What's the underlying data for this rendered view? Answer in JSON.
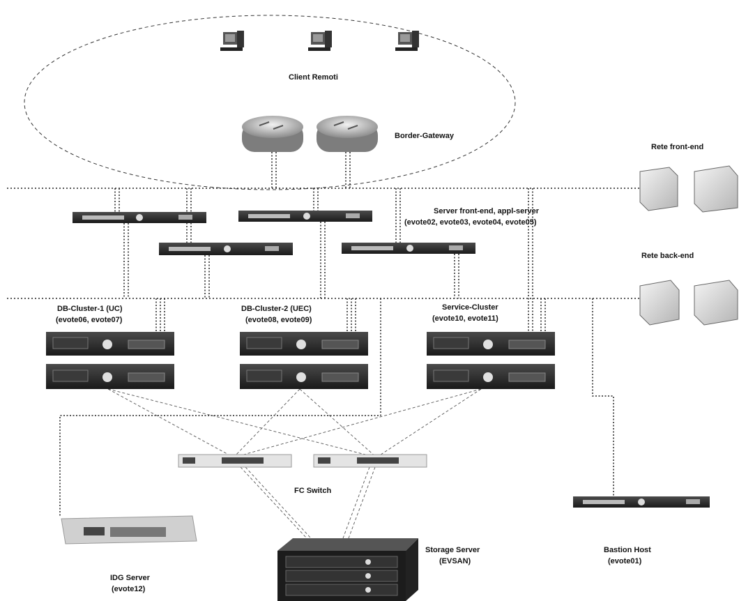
{
  "labels": {
    "client_remote": "Client Remoti",
    "border_gateway": "Border-Gateway",
    "rete_front_end": "Rete front-end",
    "rete_back_end": "Rete back-end",
    "server_front_end_line1": "Server front-end, appl-server",
    "server_front_end_line2": "(evote02, evote03, evote04, evote05)",
    "db_cluster_1_line1": "DB-Cluster-1 (UC)",
    "db_cluster_1_line2": "(evote06, evote07)",
    "db_cluster_2_line1": "DB-Cluster-2 (UEC)",
    "db_cluster_2_line2": "(evote08, evote09)",
    "service_cluster_line1": "Service-Cluster",
    "service_cluster_line2": "(evote10, evote11)",
    "fc_switch": "FC Switch",
    "idg_server_line1": "IDG Server",
    "idg_server_line2": "(evote12)",
    "storage_server_line1": "Storage Server",
    "storage_server_line2": "(EVSAN)",
    "bastion_host_line1": "Bastion Host",
    "bastion_host_line2": "(evote01)"
  },
  "colors": {
    "line": "#222222",
    "server_dark": "#2a2a2a",
    "server_light": "#e6e6e6",
    "router": "#bdbdbd",
    "switch_box": "#d9d9d9"
  },
  "icons": {
    "client": "client-computer-icon",
    "router": "router-icon",
    "rack_server": "rack-server-icon",
    "network_switch": "network-switch-icon",
    "fc_switch": "fc-switch-icon",
    "storage": "storage-array-icon"
  }
}
